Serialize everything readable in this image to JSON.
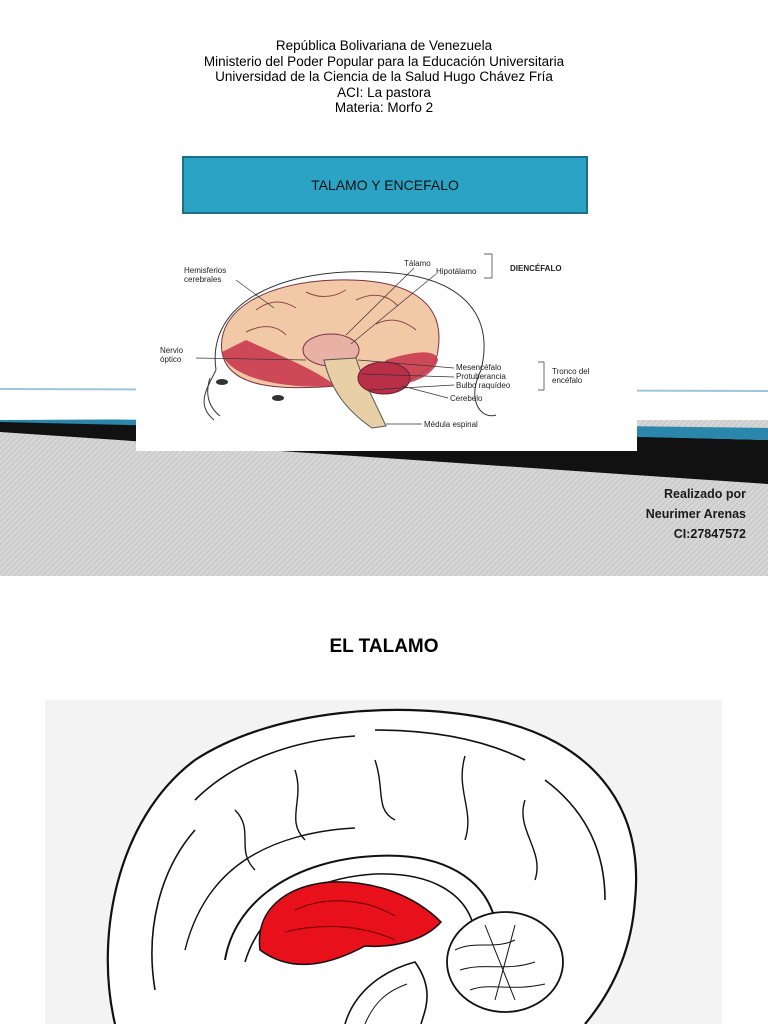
{
  "slide1": {
    "header": [
      "República Bolivariana de Venezuela",
      "Ministerio del Poder Popular para la Educación Universitaria",
      "Universidad de la Ciencia de la Salud Hugo Chávez Fría",
      "ACI: La pastora",
      "Materia: Morfo 2"
    ],
    "title": "TALAMO Y ENCEFALO",
    "diagram": {
      "labels": {
        "hemisferios_1": "Hemisferios",
        "hemisferios_2": "cerebrales",
        "talamo": "Tálamo",
        "hipotalamo": "Hipotálamo",
        "diencefalo": "DIENCÉFALO",
        "nervio_1": "Nervio",
        "nervio_2": "óptico",
        "mesencefalo": "Mesencéfalo",
        "protuberancia": "Protuberancia",
        "bulbo": "Bulbo raquídeo",
        "tronco_1": "Tronco del",
        "tronco_2": "encéfalo",
        "cerebelo": "Cerebelo",
        "medula": "Médula espinal"
      }
    },
    "author": [
      "Realizado por",
      "Neurimer Arenas",
      "CI:27847572"
    ]
  },
  "slide2": {
    "title": "EL TALAMO"
  },
  "colors": {
    "title_box": "#2ba3c4",
    "thalamus_red": "#e8101a",
    "brain_pink": "#c8334a"
  }
}
